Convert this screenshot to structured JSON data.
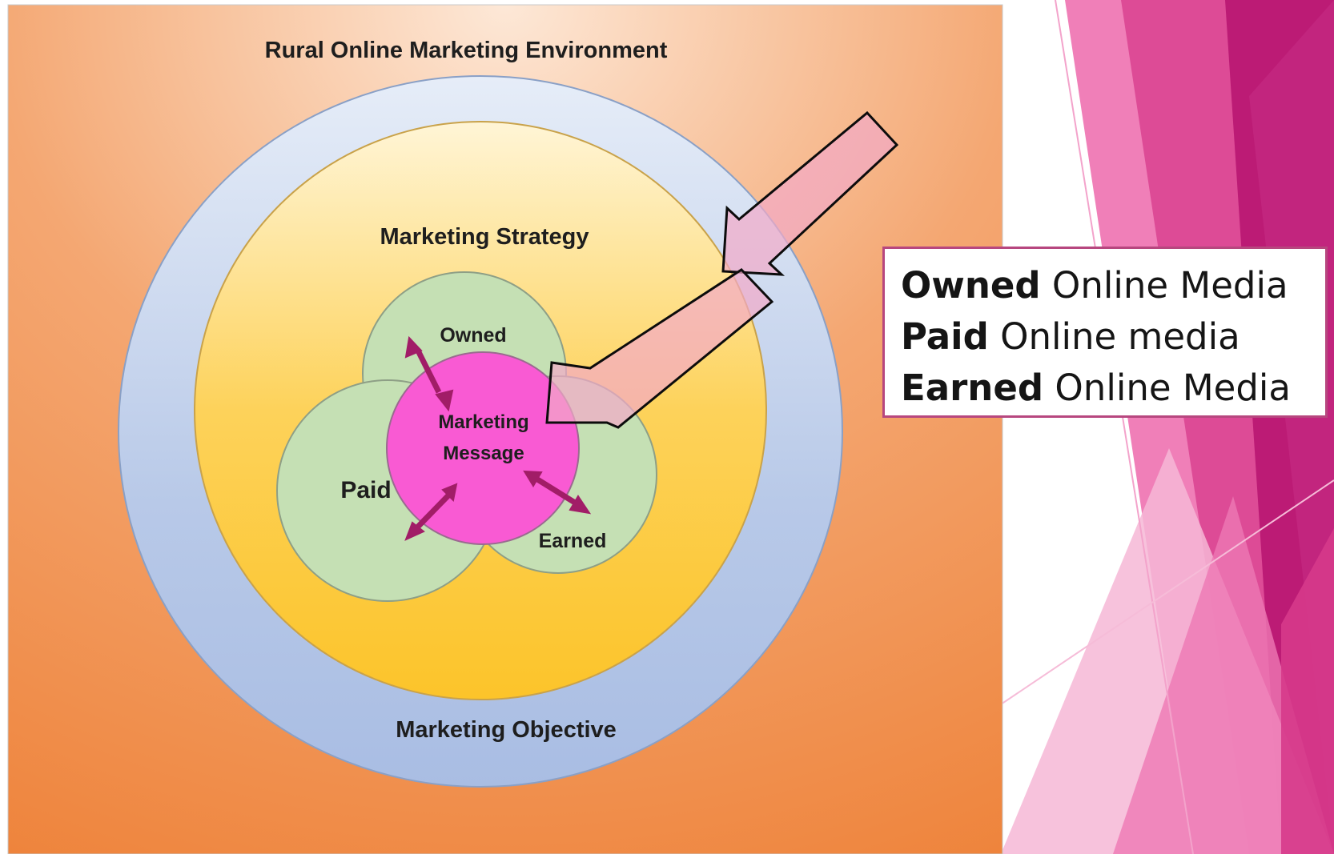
{
  "diagram": {
    "environment_label": "Rural Online Marketing Environment",
    "objective_label": "Marketing Objective",
    "strategy_label": "Marketing Strategy",
    "owned_label": "Owned",
    "paid_label": "Paid",
    "earned_label": "Earned",
    "message_label_line1": "Marketing",
    "message_label_line2": "Message"
  },
  "legend": {
    "items": [
      {
        "bold": "Owned",
        "rest": " Online Media"
      },
      {
        "bold": "Paid",
        "rest": " Online media"
      },
      {
        "bold": "Earned",
        "rest": " Online Media"
      }
    ]
  },
  "colors": {
    "environment_orange": "#ee8744",
    "objective_blue": "#b3c6e7",
    "strategy_yellow": "#fdca3a",
    "media_green": "#c5e0b4",
    "message_pink": "#f95ad3",
    "arrow_magenta": "#a11d67",
    "pointer_pink": "#f3b3c4",
    "theme_magenta": "#bc1b75"
  }
}
